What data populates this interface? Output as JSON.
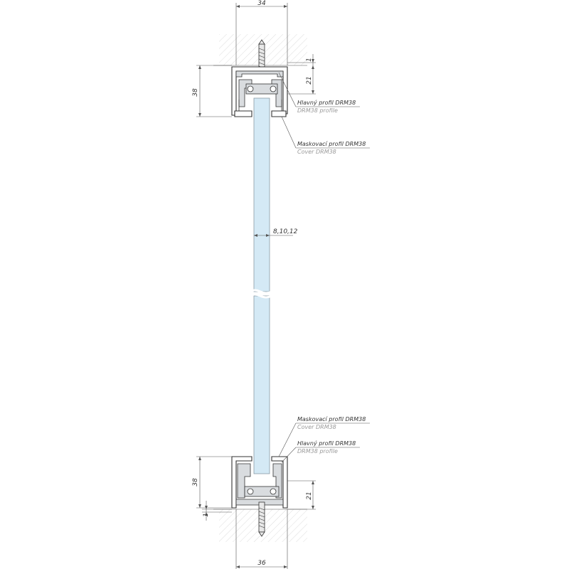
{
  "dimensions": {
    "top_width": "34",
    "bottom_width": "36",
    "top_height": "38",
    "bottom_height": "38",
    "top_depth": "21",
    "bottom_depth": "21",
    "top_gap": "1",
    "bottom_gap": "1",
    "glass_thickness": "8,10,12"
  },
  "labels": {
    "main_profile_cz": "Hlavný profil DRM38",
    "main_profile_en": "DRM38 profile",
    "cover_profile_cz": "Maskovací profil DRM38",
    "cover_profile_en": "Cover DRM38"
  },
  "colors": {
    "glass": "#d4e9f5",
    "hatch": "#cccccc",
    "line": "#333333"
  }
}
